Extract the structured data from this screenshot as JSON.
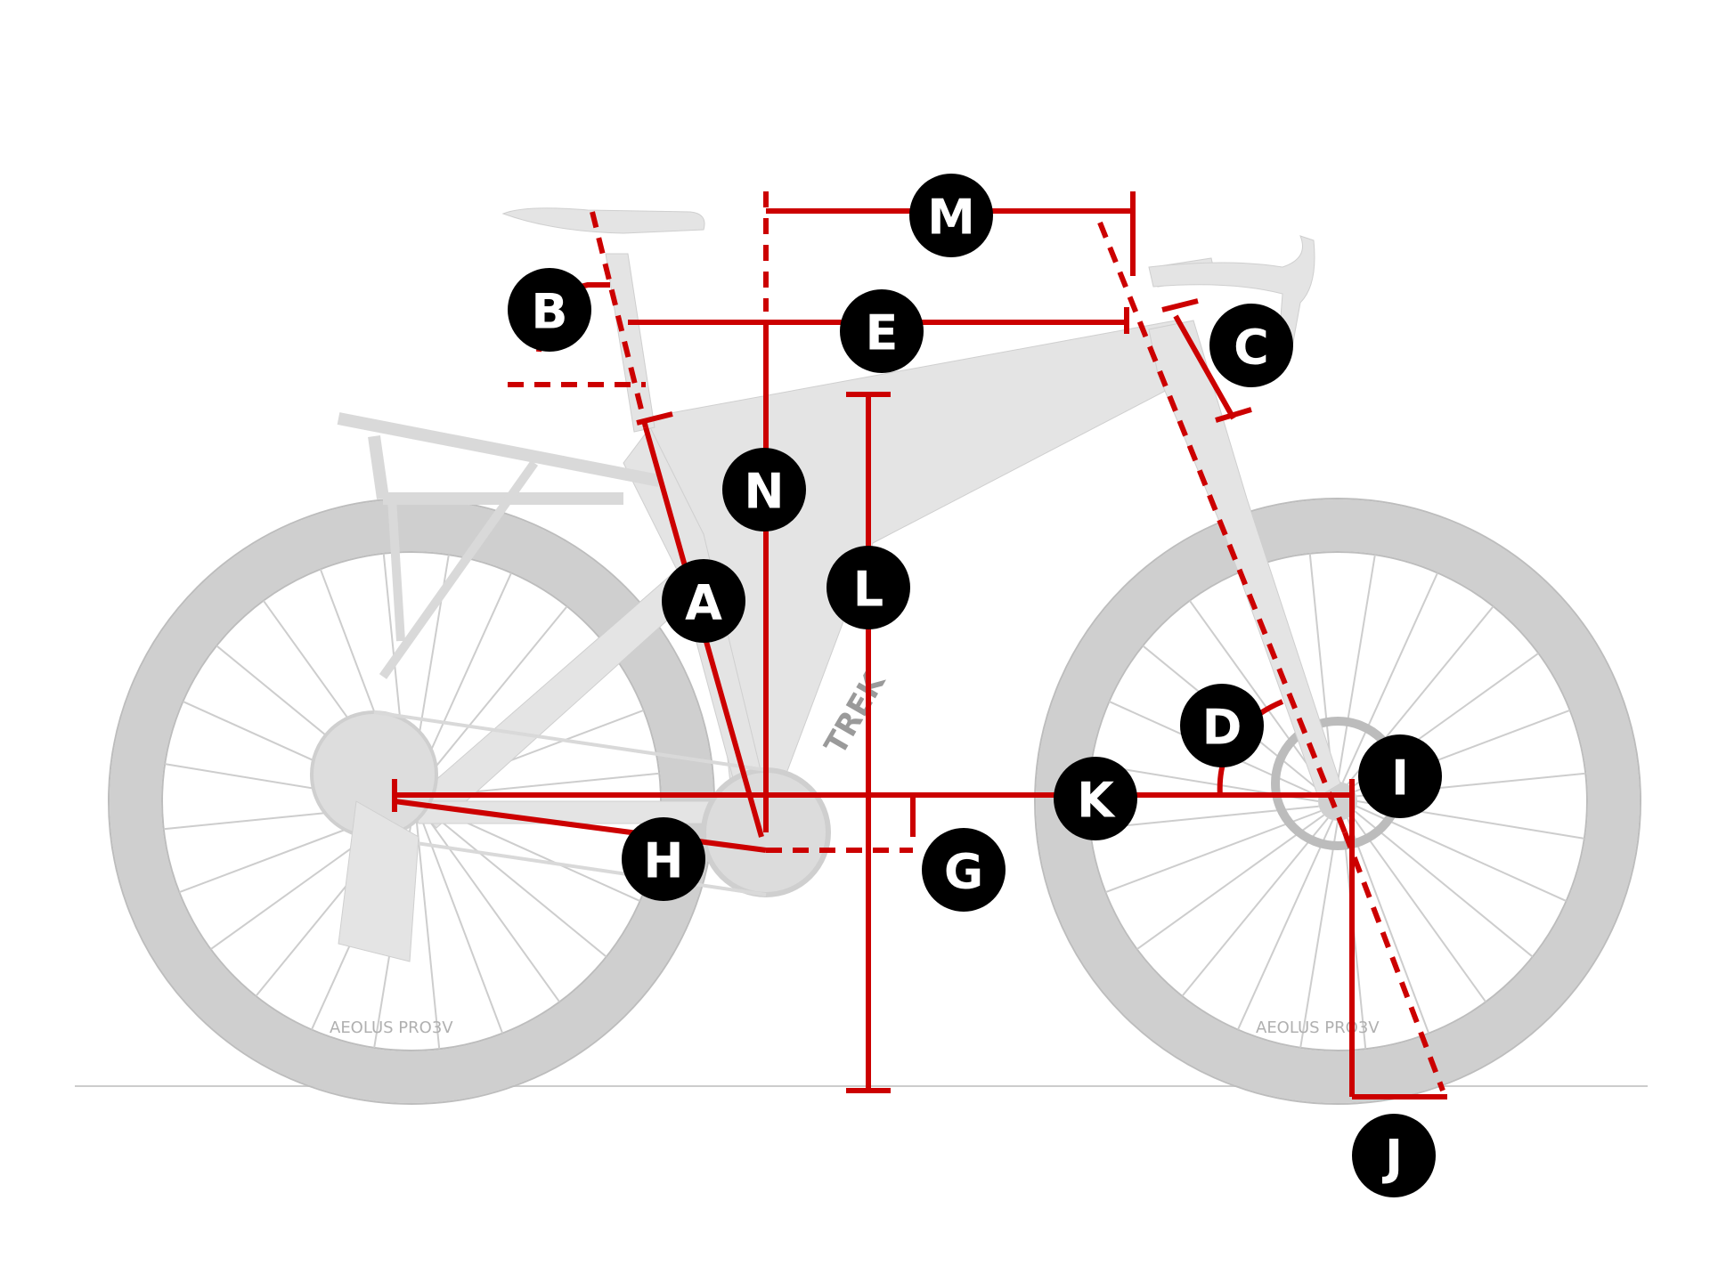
{
  "diagram": {
    "brand": "TREK",
    "rim_text": "AEOLUS PRO3V",
    "labels": [
      "A",
      "B",
      "C",
      "D",
      "E",
      "G",
      "H",
      "I",
      "J",
      "K",
      "L",
      "M",
      "N"
    ],
    "colors": {
      "measure": "#cc0000",
      "label_bg": "#000000",
      "label_text": "#ffffff",
      "bike": "#d9d9d9",
      "ground": "#cccccc"
    }
  }
}
